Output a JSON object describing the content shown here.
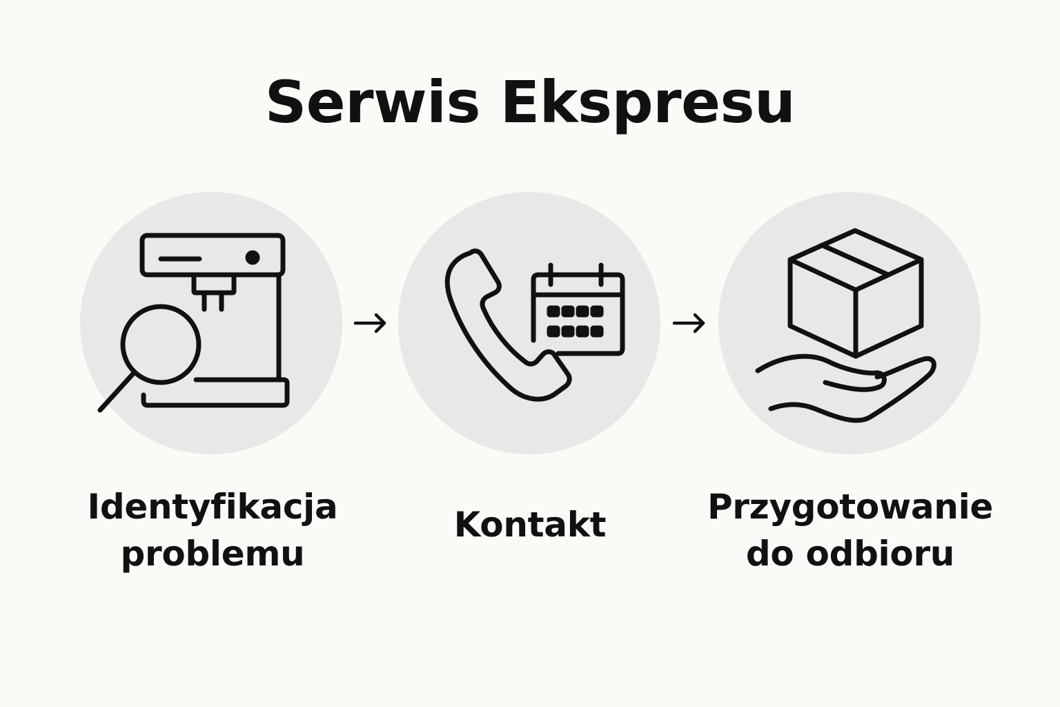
{
  "title": "Serwis Ekspresu",
  "colors": {
    "background": "#fbfaf7",
    "circle": "#e8e8e6",
    "stroke": "#111111"
  },
  "steps": [
    {
      "icon": "coffee-machine-magnifier-icon",
      "label_lines": [
        "Identyfikacja",
        "problemu"
      ]
    },
    {
      "icon": "phone-calendar-icon",
      "label_lines": [
        "Kontakt"
      ]
    },
    {
      "icon": "box-in-hand-icon",
      "label_lines": [
        "Przygotowanie",
        "do odbioru"
      ]
    }
  ],
  "connectors": [
    "arrow-right-icon",
    "arrow-right-icon"
  ]
}
